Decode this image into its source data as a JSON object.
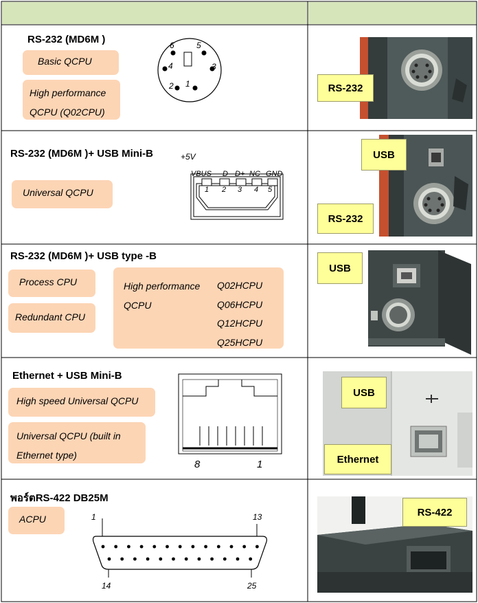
{
  "rows": [
    {
      "title": "RS-232 (MD6M )",
      "pills": [
        [
          "Basic QCPU"
        ],
        [
          "High performance",
          "QCPU (Q02CPU)"
        ]
      ],
      "pin_labels": [
        "6",
        "5",
        "4",
        "3",
        "2",
        "1"
      ],
      "callouts": [
        "RS-232"
      ]
    },
    {
      "title": "RS-232 (MD6M )+ USB Mini-B",
      "pills": [
        [
          "Universal QCPU"
        ]
      ],
      "voltage": "+5V",
      "signal_labels": [
        "VBUS",
        "D-",
        "D+",
        "NC",
        "GND"
      ],
      "pin_numbers": [
        "1",
        "2",
        "3",
        "4",
        "5"
      ],
      "callouts": [
        "USB",
        "RS-232"
      ]
    },
    {
      "title": "RS-232 (MD6M )+ USB type -B",
      "pills": [
        [
          "Process CPU"
        ],
        [
          "Redundant CPU"
        ]
      ],
      "models_label": [
        "High performance",
        "QCPU"
      ],
      "models": [
        "Q02HCPU",
        "Q06HCPU",
        "Q12HCPU",
        "Q25HCPU"
      ],
      "callouts": [
        "USB"
      ]
    },
    {
      "title": "Ethernet + USB Mini-B",
      "pills": [
        [
          "High speed Universal QCPU"
        ],
        [
          "Universal QCPU (built in",
          "Ethernet type)"
        ]
      ],
      "pin_labels": [
        "8",
        "1"
      ],
      "callouts": [
        "USB",
        "Ethernet"
      ]
    },
    {
      "title": "พอร์ตRS-422 DB25M",
      "pills": [
        [
          "ACPU"
        ]
      ],
      "pin_labels": [
        "1",
        "13",
        "14",
        "25"
      ],
      "callouts": [
        "RS-422"
      ]
    }
  ]
}
